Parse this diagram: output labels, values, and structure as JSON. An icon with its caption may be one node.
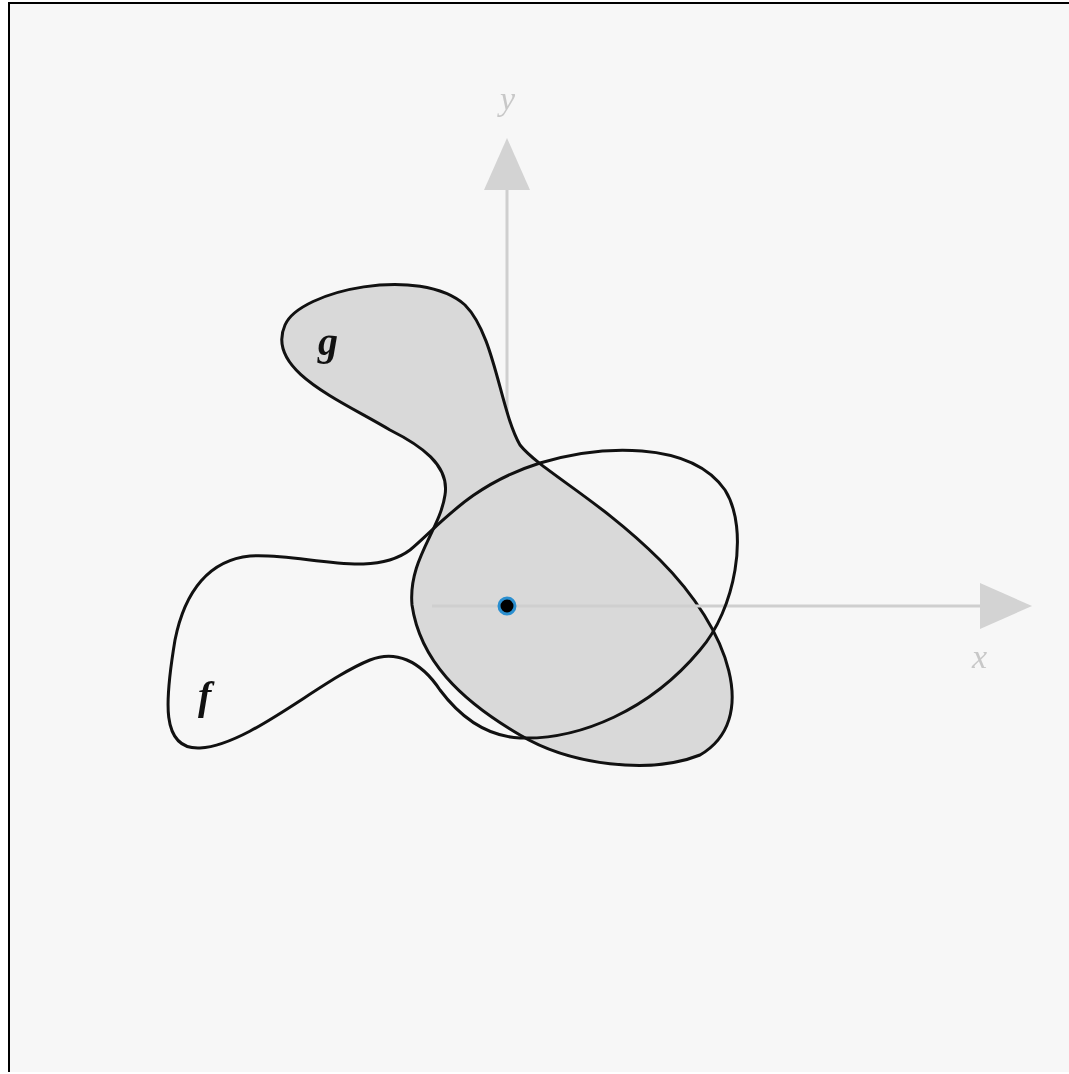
{
  "diagram": {
    "labels": [
      "y",
      "g",
      "x",
      "f"
    ]
  }
}
